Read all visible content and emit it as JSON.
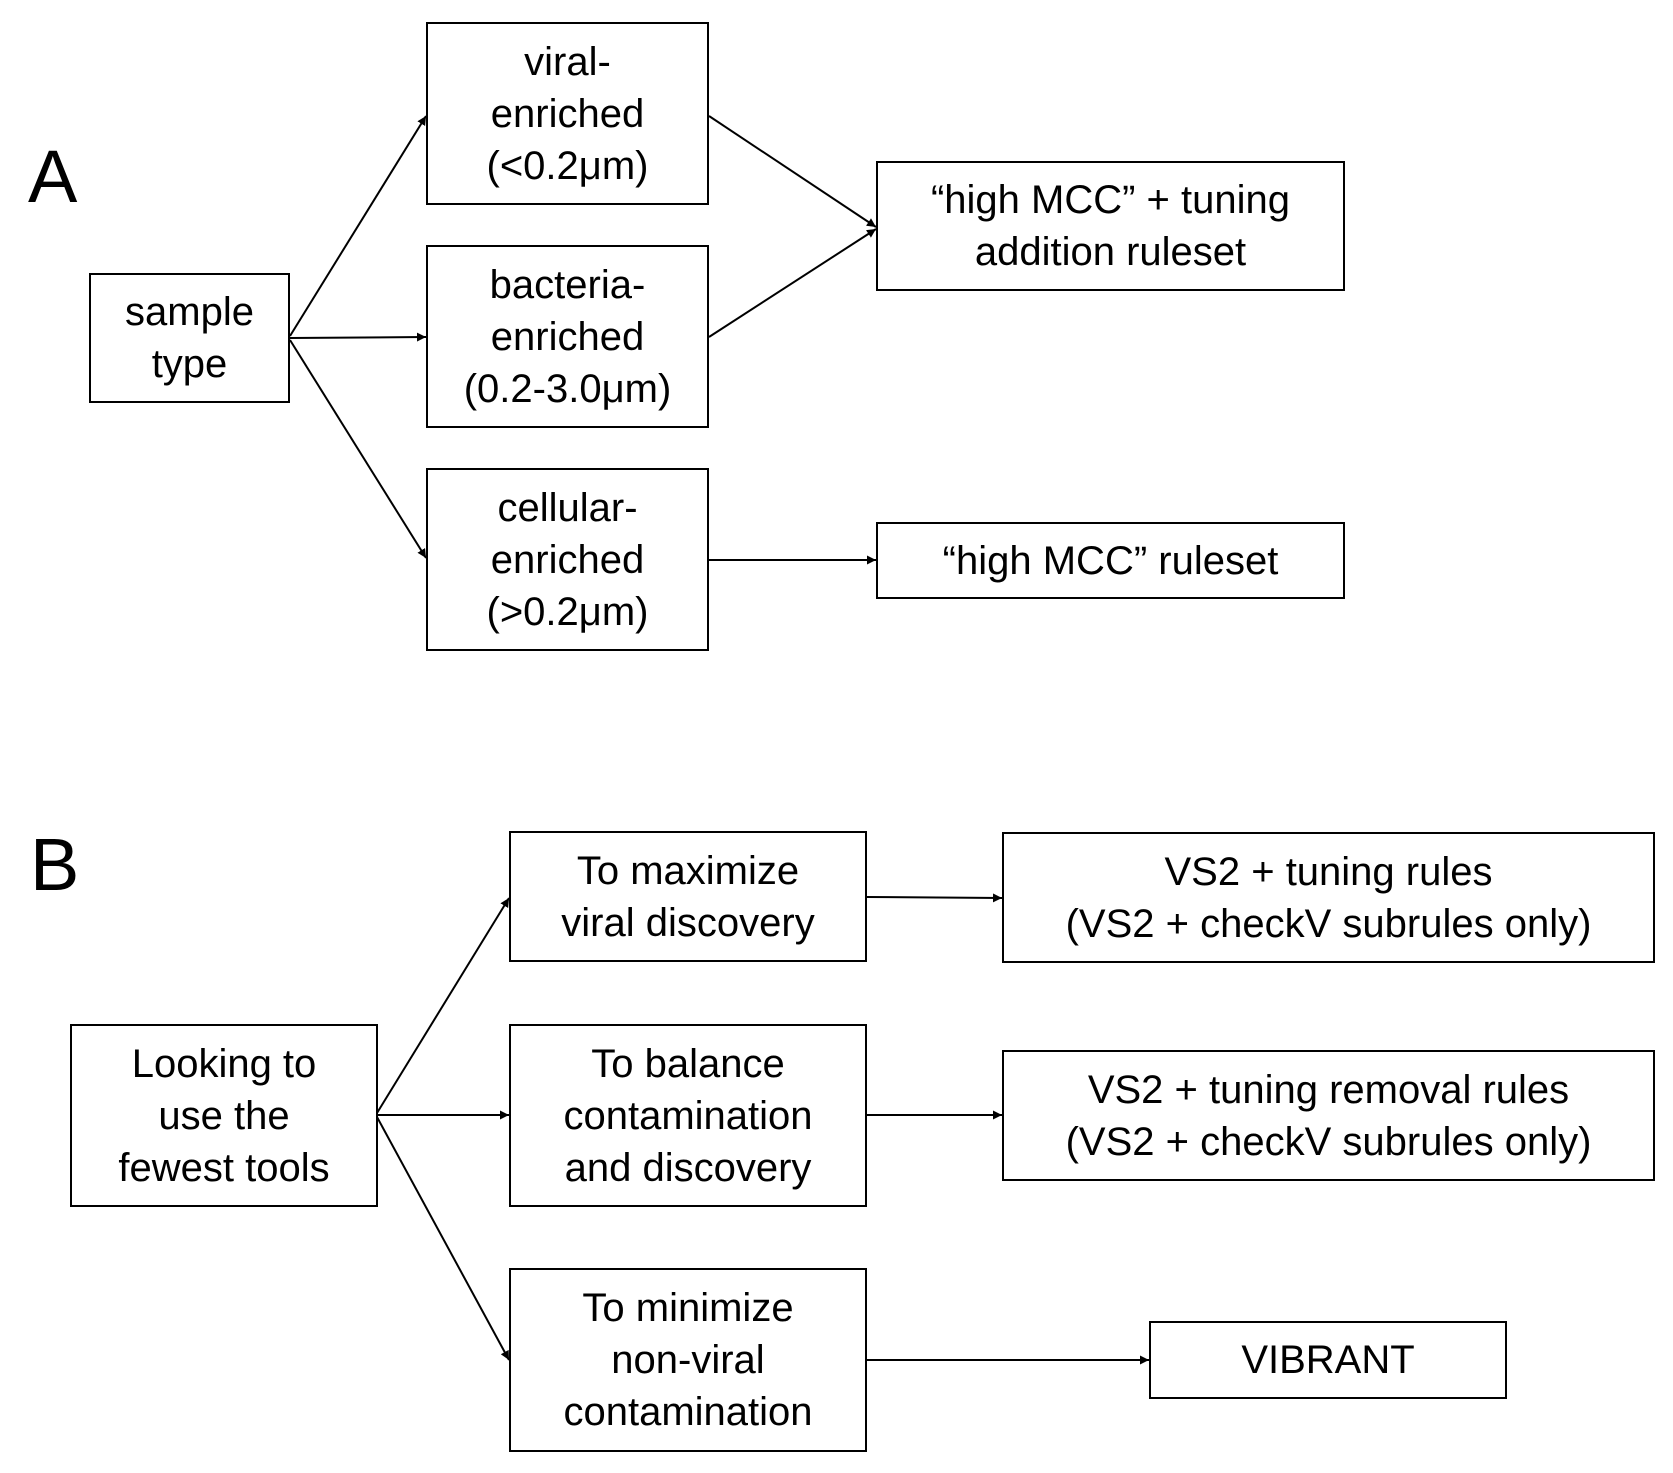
{
  "panels": {
    "a": {
      "label": "A",
      "root": "sample\ntype",
      "branches": [
        "viral-\nenriched\n(<0.2μm)",
        "bacteria-\nenriched\n(0.2-3.0μm)",
        "cellular-\nenriched\n(>0.2μm)"
      ],
      "outcomes": [
        "“high MCC” + tuning\naddition ruleset",
        "“high MCC” ruleset"
      ]
    },
    "b": {
      "label": "B",
      "root": "Looking to\nuse the\nfewest tools",
      "branches": [
        "To maximize\nviral discovery",
        "To balance\ncontamination\nand discovery",
        "To minimize\nnon-viral\ncontamination"
      ],
      "outcomes": [
        "VS2 + tuning rules\n(VS2 + checkV subrules only)",
        "VS2 + tuning removal rules\n(VS2 + checkV subrules only)",
        "VIBRANT"
      ]
    }
  }
}
